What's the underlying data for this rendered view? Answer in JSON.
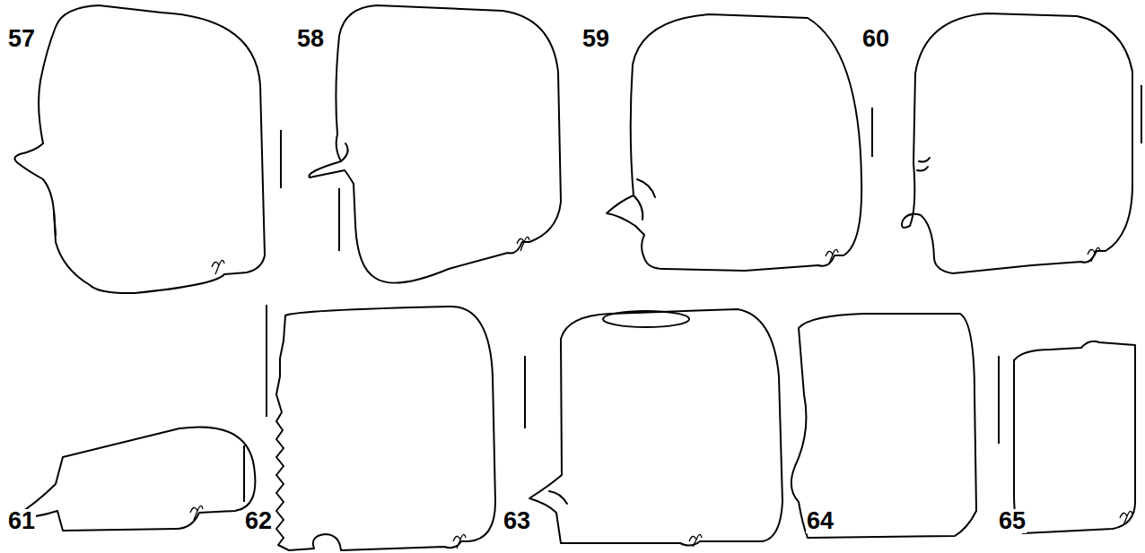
{
  "diagram": {
    "labels": [
      "57",
      "58",
      "59",
      "60",
      "61",
      "62",
      "63",
      "64",
      "65"
    ]
  }
}
